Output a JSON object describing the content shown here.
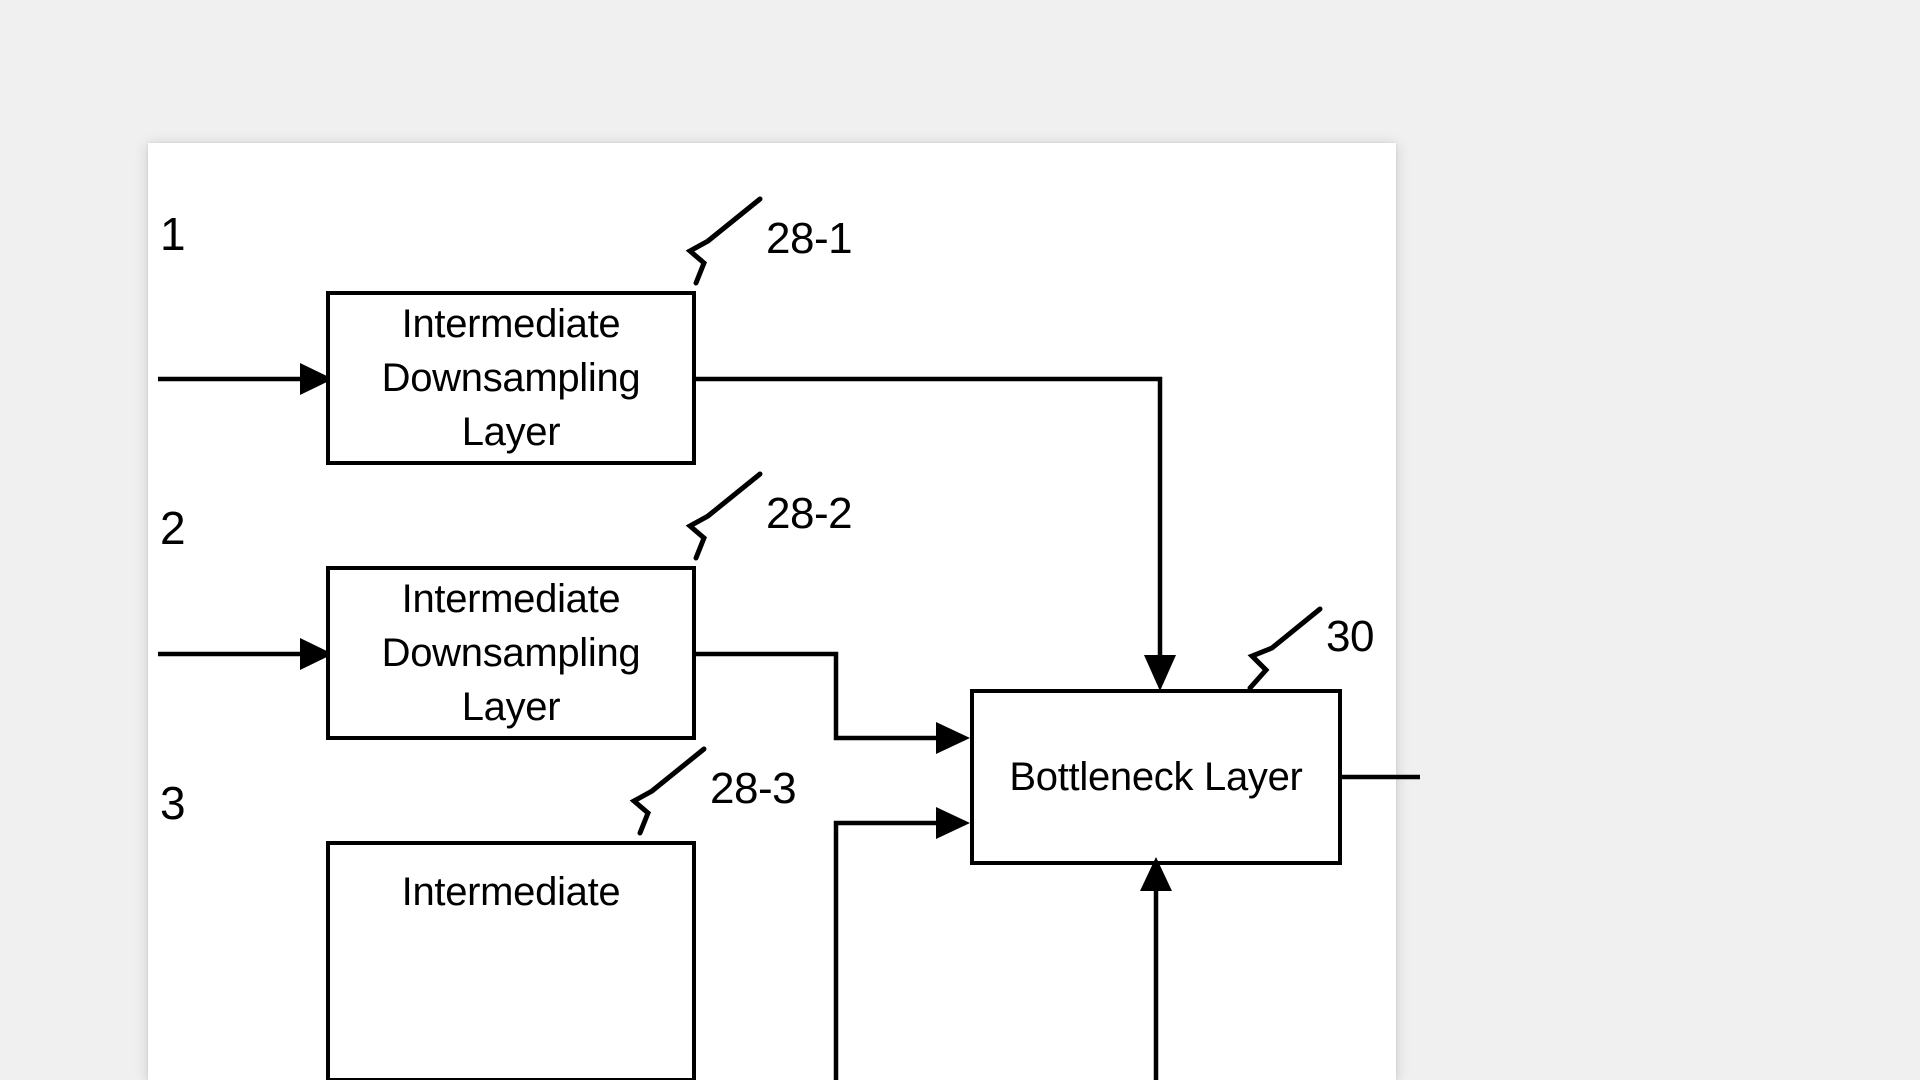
{
  "document": {
    "type": "patent-figure",
    "background_color": "#f0f0f0",
    "page_color": "#ffffff",
    "ink_color": "#000000"
  },
  "row_indices": [
    {
      "label": "1"
    },
    {
      "label": "2"
    },
    {
      "label": "3"
    }
  ],
  "blocks": [
    {
      "id": "downsample-1",
      "label": "Intermediate\nDownsampling\nLayer",
      "reference": "28-1"
    },
    {
      "id": "downsample-2",
      "label": "Intermediate\nDownsampling\nLayer",
      "reference": "28-2"
    },
    {
      "id": "downsample-3",
      "label": "Intermediate",
      "reference": "28-3"
    },
    {
      "id": "bottleneck",
      "label": "Bottleneck Layer",
      "reference": "30"
    }
  ],
  "icons": {
    "arrow": "arrowhead-icon",
    "leader": "zigzag-leader-icon"
  }
}
